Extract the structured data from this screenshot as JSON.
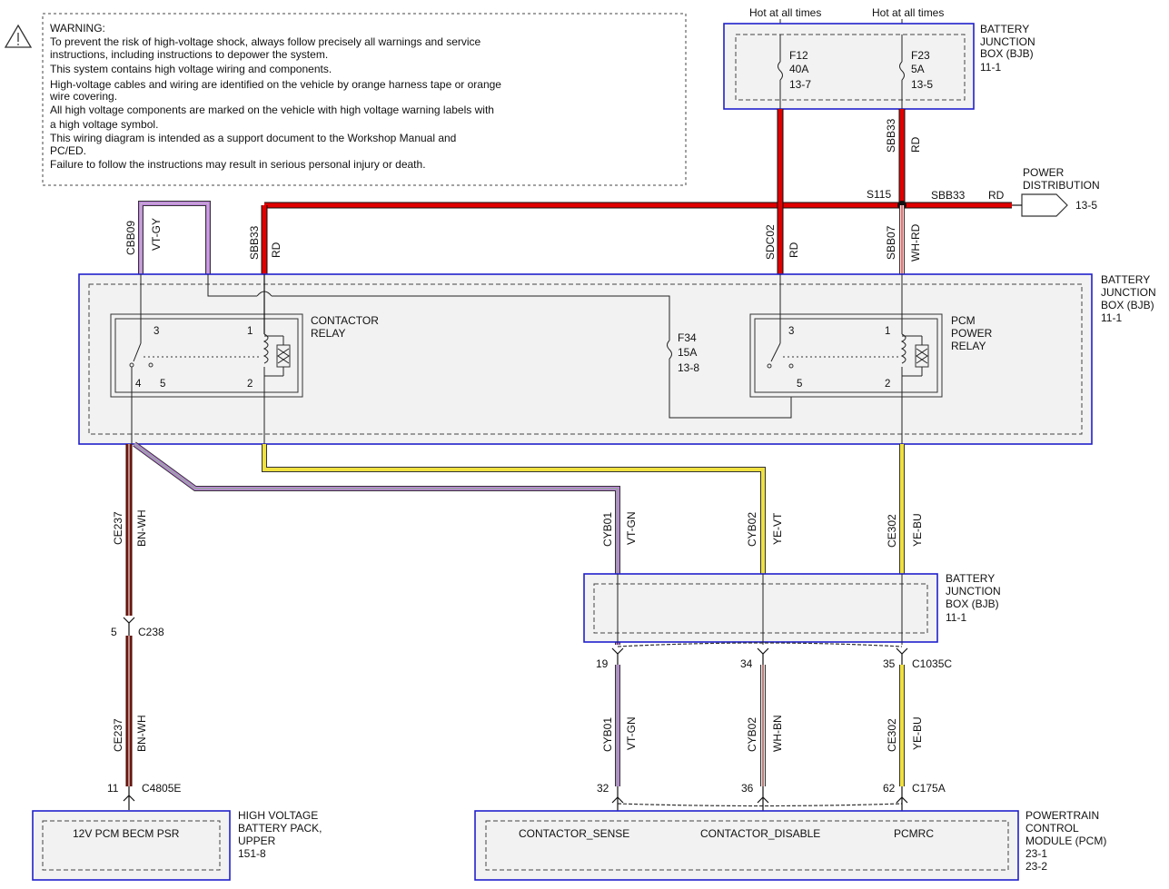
{
  "warning": {
    "title": "WARNING:",
    "lines": [
      "To prevent the risk of high-voltage shock, always follow precisely all warnings and service",
      "instructions, including instructions to depower the system.",
      "This system contains high voltage wiring and components.",
      "High-voltage cables and wiring are identified on the vehicle by orange harness tape or orange",
      "wire covering.",
      "All high voltage components are marked on the vehicle with high voltage warning labels with",
      "a high voltage symbol.",
      "This wiring diagram is intended as a support document to the Workshop Manual and",
      "PC/ED.",
      "Failure to follow the instructions may result in serious personal injury or death."
    ]
  },
  "bjb_top": {
    "name_l1": "BATTERY",
    "name_l2": "JUNCTION",
    "name_l3": "BOX (BJB)",
    "ref": "11-1",
    "hot1": "Hot at all times",
    "hot2": "Hot at all times",
    "f12": {
      "id": "F12",
      "amp": "40A",
      "ref": "13-7"
    },
    "f23": {
      "id": "F23",
      "amp": "5A",
      "ref": "13-5"
    }
  },
  "power_dist": {
    "l1": "POWER",
    "l2": "DISTRIBUTION",
    "ref": "13-5",
    "splice": "S115",
    "circuit": "SBB33",
    "color": "RD"
  },
  "bjb_mid": {
    "name_l1": "BATTERY",
    "name_l2": "JUNCTION",
    "name_l3": "BOX (BJB)",
    "ref": "11-1",
    "contactor_l1": "CONTACTOR",
    "contactor_l2": "RELAY",
    "pcm_l1": "PCM",
    "pcm_l2": "POWER",
    "pcm_l3": "RELAY",
    "f34": {
      "id": "F34",
      "amp": "15A",
      "ref": "13-8"
    },
    "pins_c": {
      "p3": "3",
      "p1": "1",
      "p4": "4",
      "p5": "5",
      "p2": "2"
    },
    "pins_p": {
      "p3": "3",
      "p1": "1",
      "p5": "5",
      "p2": "2"
    }
  },
  "wires_top": {
    "w1": {
      "c": "CBB09",
      "col": "VT-GY"
    },
    "w2": {
      "c": "SBB33",
      "col": "RD"
    },
    "w3": {
      "c": "SDC02",
      "col": "RD"
    },
    "w4": {
      "c": "SBB07",
      "col": "WH-RD"
    },
    "w5": {
      "c": "SBB33",
      "col": "RD"
    }
  },
  "wires_mid": {
    "w1": {
      "c": "CE237",
      "col": "BN-WH"
    },
    "w2": {
      "c": "CYB01",
      "col": "VT-GN"
    },
    "w3": {
      "c": "CYB02",
      "col": "YE-VT"
    },
    "w4": {
      "c": "CE302",
      "col": "YE-BU"
    }
  },
  "bjb_low": {
    "name_l1": "BATTERY",
    "name_l2": "JUNCTION",
    "name_l3": "BOX (BJB)",
    "ref": "11-1"
  },
  "connectors": {
    "c238": {
      "pin": "5",
      "name": "C238"
    },
    "c1035": {
      "p1": "19",
      "p2": "34",
      "p3": "35",
      "name": "C1035C"
    },
    "c4805": {
      "pin": "11",
      "name": "C4805E"
    },
    "c175": {
      "p1": "32",
      "p2": "36",
      "p3": "62",
      "name": "C175A"
    }
  },
  "wires_low": {
    "w1": {
      "c": "CE237",
      "col": "BN-WH"
    },
    "w2": {
      "c": "CYB01",
      "col": "VT-GN"
    },
    "w3": {
      "c": "CYB02",
      "col": "WH-BN"
    },
    "w4": {
      "c": "CE302",
      "col": "YE-BU"
    }
  },
  "hv_pack": {
    "inner": "12V PCM BECM PSR",
    "l1": "HIGH VOLTAGE",
    "l2": "BATTERY PACK,",
    "l3": "UPPER",
    "ref": "151-8"
  },
  "pcm": {
    "s1": "CONTACTOR_SENSE",
    "s2": "CONTACTOR_DISABLE",
    "s3": "PCMRC",
    "l1": "POWERTRAIN",
    "l2": "CONTROL",
    "l3": "MODULE (PCM)",
    "ref1": "23-1",
    "ref2": "23-2"
  },
  "colors": {
    "red": "#e00000",
    "violet": "#c080e0",
    "yellow": "#f0e040",
    "brown": "#7a1a10",
    "box_border": "#2020cc"
  }
}
